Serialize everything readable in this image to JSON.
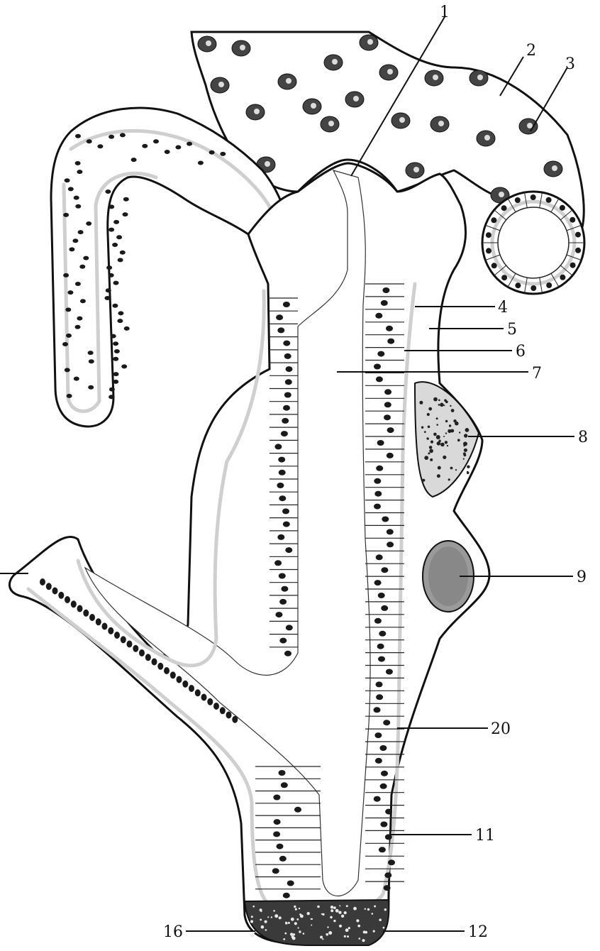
{
  "labels": [
    {
      "id": "1",
      "text": "1"
    },
    {
      "id": "2",
      "text": "2"
    },
    {
      "id": "3",
      "text": "3"
    },
    {
      "id": "4",
      "text": "4"
    },
    {
      "id": "5",
      "text": "5"
    },
    {
      "id": "6",
      "text": "6"
    },
    {
      "id": "7",
      "text": "7"
    },
    {
      "id": "8",
      "text": "8"
    },
    {
      "id": "9",
      "text": "9"
    },
    {
      "id": "20",
      "text": "20"
    },
    {
      "id": "11",
      "text": "11"
    },
    {
      "id": "16",
      "text": "16"
    },
    {
      "id": "12",
      "text": "12"
    }
  ],
  "colors": {
    "ink": "#111111",
    "basal_membrane": "#cfcfcf",
    "cell_fill": "#f7f7f7",
    "nucleus": "#1a1a1a",
    "yolk": "#8a8a8a",
    "background": "#ffffff"
  },
  "illustration": "sea-urchin-larva-gut-section"
}
